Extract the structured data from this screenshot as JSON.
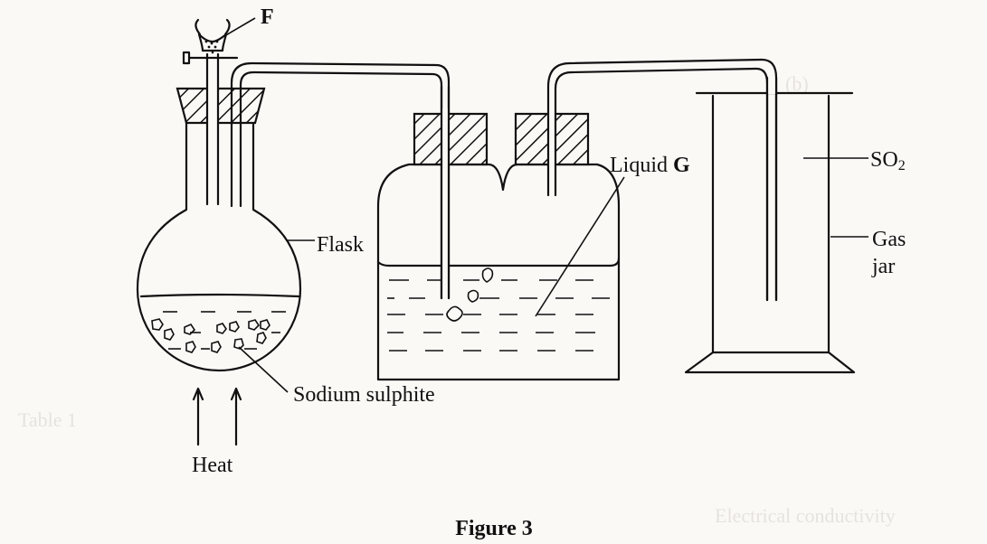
{
  "figure": {
    "caption": "Figure 3",
    "labels": {
      "f": "F",
      "flask": "Flask",
      "liquid_prefix": "Liquid ",
      "liquid_letter": "G",
      "so2_main": "SO",
      "so2_sub": "2",
      "gas_jar_line1": "Gas",
      "gas_jar_line2": "jar",
      "sodium_sulphite": "Sodium sulphite",
      "heat": "Heat"
    },
    "bleed_through_text": [
      "(b)",
      "Table 1",
      "Electrical conductivity"
    ]
  }
}
